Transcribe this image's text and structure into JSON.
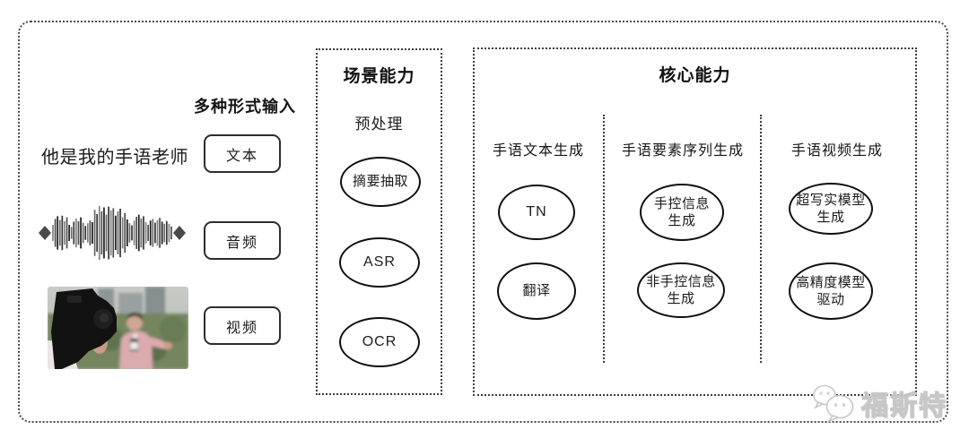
{
  "input_section": {
    "label": "多种形式输入",
    "text_example": "他是我的手语老师",
    "items": [
      {
        "type_label": "文本",
        "kind": "text"
      },
      {
        "type_label": "音频",
        "kind": "audio"
      },
      {
        "type_label": "视频",
        "kind": "video"
      }
    ]
  },
  "scene_box": {
    "title": "场景能力",
    "subtitle": "预处理",
    "nodes": [
      "摘要抽取",
      "ASR",
      "OCR"
    ]
  },
  "core_box": {
    "title": "核心能力",
    "columns": [
      {
        "header": "手语文本生成",
        "nodes": [
          "TN",
          "翻译"
        ]
      },
      {
        "header": "手语要素序列生成",
        "nodes": [
          "手控信息\n生成",
          "非手控信息\n生成"
        ]
      },
      {
        "header": "手语视频生成",
        "nodes": [
          "超写实模型\n生成",
          "高精度模型\n驱动"
        ]
      }
    ]
  },
  "watermark": {
    "icon": "wechat-icon",
    "text": "福斯特"
  },
  "colors": {
    "line": "#3d3d3d",
    "node_stroke": "#0f0f0f",
    "text": "#1a1a1a",
    "watermark_stroke": "#c6c6c6"
  },
  "waveform": {
    "amplitudes": [
      0.3,
      0.52,
      0.62,
      0.48,
      0.64,
      0.44,
      0.58,
      0.3,
      0.22,
      0.42,
      0.54,
      0.44,
      0.58,
      0.38,
      0.26,
      0.36,
      0.46,
      0.4,
      0.86,
      0.7,
      1.0,
      0.8,
      0.95,
      0.68,
      0.98,
      0.84,
      0.92,
      0.64,
      0.8,
      0.9,
      0.58,
      0.74,
      0.5,
      0.36,
      0.28,
      0.46,
      0.6,
      0.68,
      0.54,
      0.62,
      0.4,
      0.3,
      0.46,
      0.52,
      0.38,
      0.48,
      0.56,
      0.42,
      0.34,
      0.44,
      0.34,
      0.24
    ]
  }
}
